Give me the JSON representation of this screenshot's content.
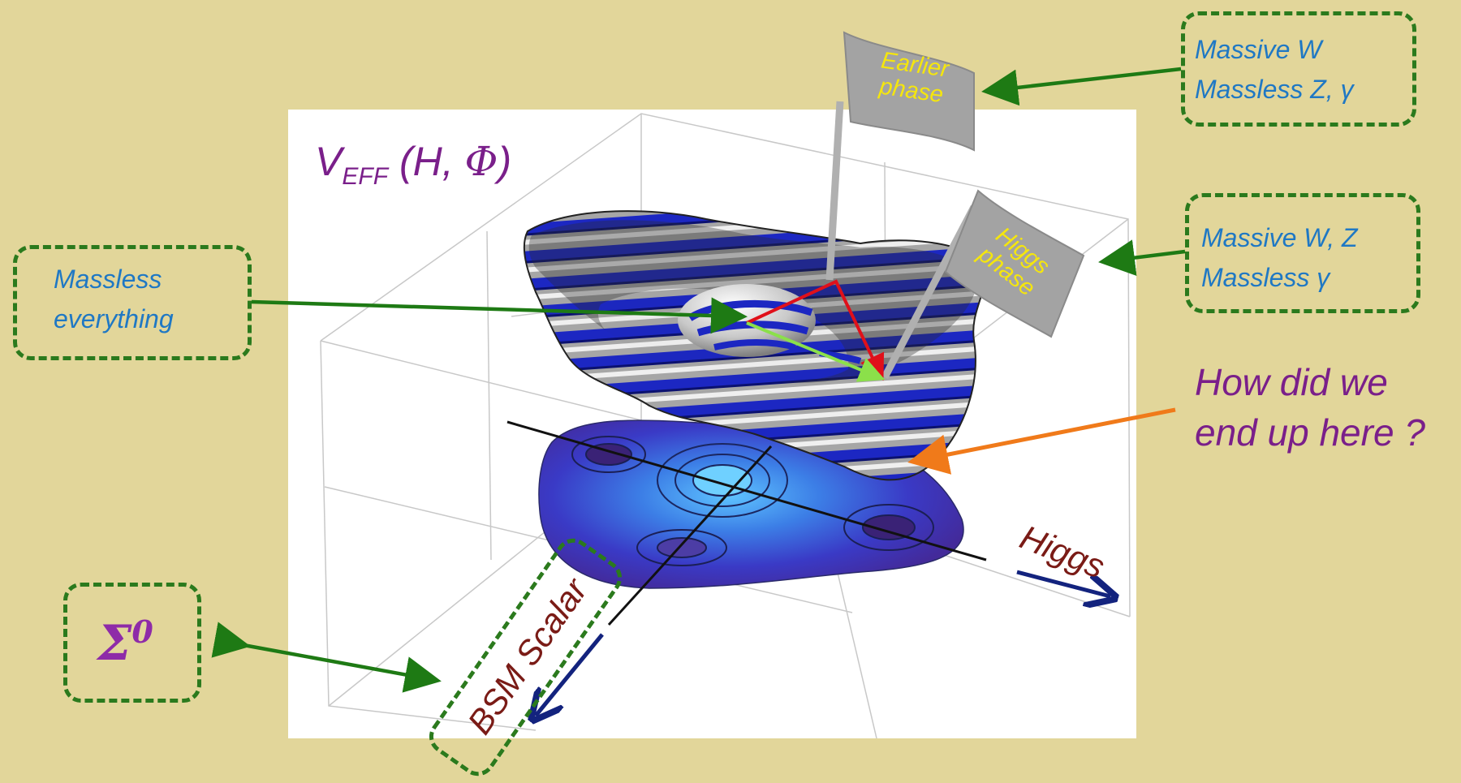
{
  "plot": {
    "title_main": "V",
    "title_sub": "EFF",
    "title_args": "(H, ",
    "title_phi": "Φ",
    "title_close": ")"
  },
  "flags": {
    "earlier_line1": "Earlier",
    "earlier_line2": "phase",
    "higgs_line1": "Higgs",
    "higgs_line2": "phase"
  },
  "callouts": {
    "top_right_line1": "Massive W",
    "top_right_line2": "Massless Z, γ",
    "mid_right_line1": "Massive W, Z",
    "mid_right_line2": "Massless γ",
    "left_line1": "Massless",
    "left_line2": "everything",
    "question_line1": "How did we",
    "question_line2": "end up here ?",
    "sigma_base": "Σ",
    "sigma_sup": "0"
  },
  "axes": {
    "higgs": "Higgs",
    "bsm": "BSM Scalar"
  },
  "colors": {
    "background": "#e2d69a",
    "dashed_box": "#2b7a1d",
    "arrow_green": "#1e7a14",
    "arrow_orange": "#f07a1a",
    "arrow_navy": "#13237e",
    "stripe_blue": "#1b28c4",
    "stripe_gray": "#a9a9a9",
    "path_red": "#e0101a",
    "path_lightgreen": "#8be04a"
  }
}
